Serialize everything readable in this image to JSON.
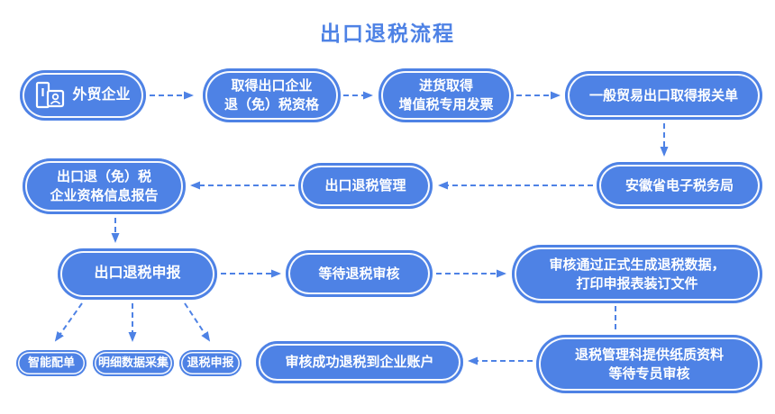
{
  "title": "出口退税流程",
  "colors": {
    "primary": "#4e82e5",
    "background": "#ffffff",
    "node_text": "#ffffff"
  },
  "nodes": {
    "waimao": {
      "label": "外贸企业",
      "icon": "company-badge-icon"
    },
    "zige": {
      "label": "取得出口企业\n退（免）税资格"
    },
    "jinhuo": {
      "label": "进货取得\n增值税专用发票"
    },
    "baoguandan": {
      "label": "一般贸易出口取得报关单"
    },
    "dianzi": {
      "label": "安徽省电子税务局"
    },
    "guanli": {
      "label": "出口退税管理"
    },
    "baogao": {
      "label": "出口退（免）税\n企业资格信息报告"
    },
    "shenbao": {
      "label": "出口退税申报"
    },
    "dengdai": {
      "label": "等待退税审核"
    },
    "shengcheng": {
      "label": "审核通过正式生成退税数据，\n打印申报表装订文件"
    },
    "zhanghu": {
      "label": "审核成功退税到企业账户"
    },
    "zhuanyuan": {
      "label": "退税管理科提供纸质资料\n等待专员审核"
    },
    "zhineng": {
      "label": "智能配单"
    },
    "mingxi": {
      "label": "明细数据采集"
    },
    "tuishui": {
      "label": "退税申报"
    }
  },
  "flow": [
    "外贸企业 → 取得出口企业退（免）税资格 → 进货取得增值税专用发票 → 一般贸易出口取得报关单 → 安徽省电子税务局 → 出口退税管理 → 出口退（免）税企业资格信息报告 → 出口退税申报 → 等待退税审核 → 审核通过正式生成退税数据，打印申报表装订文件 → 退税管理科提供纸质资料等待专员审核 → 审核成功退税到企业账户",
    "出口退税申报 → 智能配单 / 明细数据采集 / 退税申报"
  ]
}
